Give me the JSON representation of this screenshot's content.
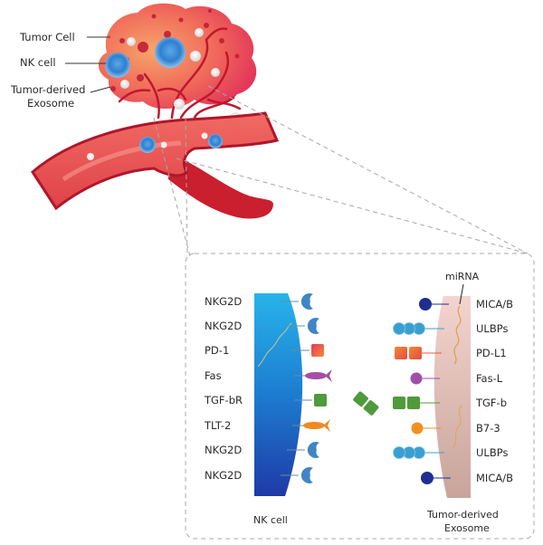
{
  "overview": {
    "labels": {
      "tumor_cell": "Tumor Cell",
      "nk_cell": "NK cell",
      "exosome_line1": "Tumor-derived",
      "exosome_line2": "Exosome"
    }
  },
  "detail": {
    "nk_cell": {
      "title": "NK cell",
      "receptors": [
        {
          "label": "NKG2D",
          "shape": "crescent",
          "color": "#3f86c4"
        },
        {
          "label": "NKG2D",
          "shape": "crescent",
          "color": "#3f86c4"
        },
        {
          "label": "PD-1",
          "shape": "square",
          "color": "#e0484e"
        },
        {
          "label": "Fas",
          "shape": "fish-tail",
          "color": "#a34fa6"
        },
        {
          "label": "TGF-bR",
          "shape": "square",
          "color": "#4f9a3a"
        },
        {
          "label": "TLT-2",
          "shape": "fish-tail",
          "color": "#f08a1f"
        },
        {
          "label": "NKG2D",
          "shape": "crescent",
          "color": "#3f86c4"
        },
        {
          "label": "NKG2D",
          "shape": "crescent",
          "color": "#3f86c4"
        }
      ]
    },
    "exosome": {
      "title_line1": "Tumor-derived",
      "title_line2": "Exosome",
      "mirna_label": "miRNA",
      "ligands": [
        {
          "label": "MICA/B",
          "shape": "circle",
          "color": "#1f2f8f"
        },
        {
          "label": "ULBPs",
          "shape": "triple-circle",
          "color": "#3a9fd0"
        },
        {
          "label": "PD-L1",
          "shape": "double-square",
          "color": "#ea5a3a"
        },
        {
          "label": "Fas-L",
          "shape": "circle",
          "color": "#a04fa8"
        },
        {
          "label": "TGF-b",
          "shape": "double-square",
          "color": "#4f9a3a"
        },
        {
          "label": "B7-3",
          "shape": "circle",
          "color": "#f0901f"
        },
        {
          "label": "ULBPs",
          "shape": "triple-circle",
          "color": "#3a9fd0"
        },
        {
          "label": "MICA/B",
          "shape": "circle",
          "color": "#1f2f8f"
        }
      ]
    },
    "free_molecule": {
      "name": "TGF-b dimer",
      "color": "#4f9a3a"
    }
  }
}
